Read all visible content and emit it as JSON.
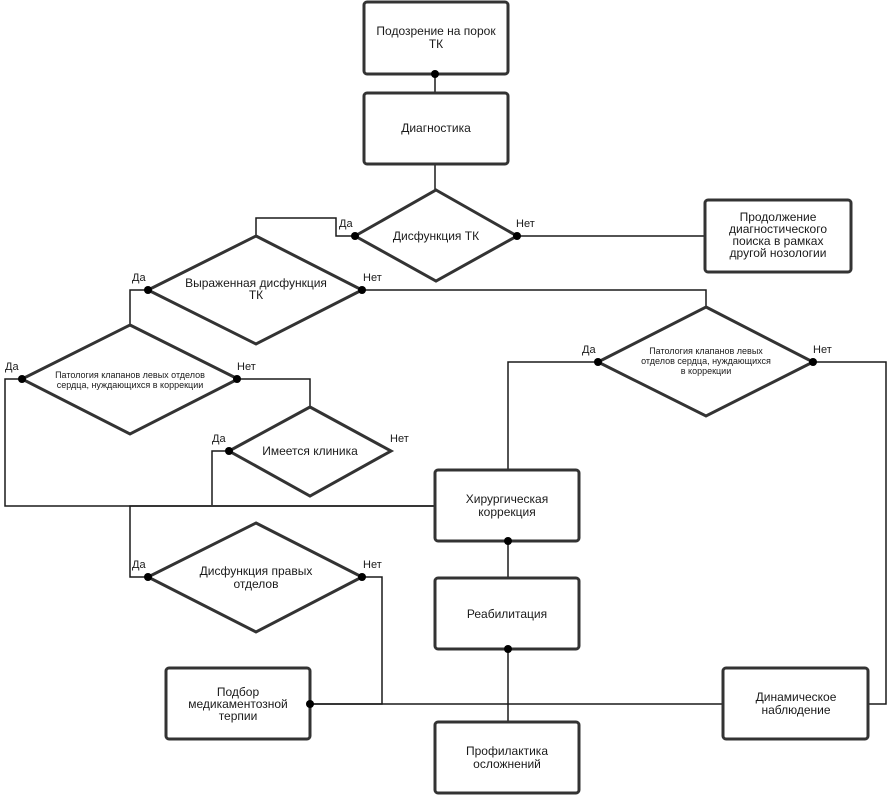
{
  "colors": {
    "stroke": "#333333",
    "line": "#1a1a1a",
    "fill": "#ffffff"
  },
  "nodes": {
    "suspicion": [
      "Подозрение на порок",
      "ТК"
    ],
    "diagnostics": [
      "Диагностика"
    ],
    "tk_dysfunction": [
      "Дисфункция ТК"
    ],
    "continue_diag": [
      "Продолжение",
      "диагностического",
      "поиска в рамках",
      "другой нозологии"
    ],
    "severe_dysfunction": [
      "Выраженная дисфункция",
      "ТК"
    ],
    "left_valves_a": [
      "Патология клапанов левых отделов",
      "сердца, нуждающихся в коррекции"
    ],
    "left_valves_b": [
      "Патология клапанов левых",
      "отделов сердца, нуждающихся",
      "в коррекции"
    ],
    "clinic": [
      "Имеется клиника"
    ],
    "surgery": [
      "Хирургическая",
      "коррекция"
    ],
    "right_dysfunction": [
      "Дисфункция правых",
      "отделов"
    ],
    "rehab": [
      "Реабилитация"
    ],
    "drug_therapy": [
      "Подбор",
      "медикаментозной",
      "терпии"
    ],
    "follow_up": [
      "Динамическое",
      "наблюдение"
    ],
    "prevention": [
      "Профилактика",
      "осложнений"
    ]
  },
  "labels": {
    "yes": "Да",
    "no": "Нет"
  }
}
